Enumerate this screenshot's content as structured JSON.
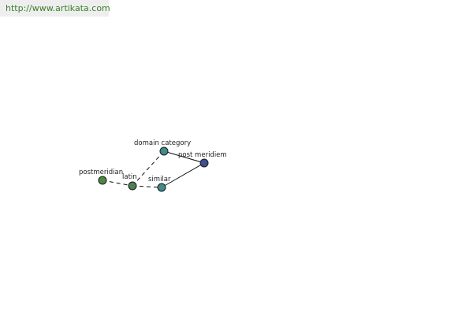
{
  "watermark": {
    "url": "http://www.artikata.com"
  },
  "graph": {
    "nodes": [
      {
        "id": "postmeridian",
        "label": "postmeridian",
        "color": "#4a8a3f"
      },
      {
        "id": "latin",
        "label": "latin",
        "color": "#4f7f56"
      },
      {
        "id": "domain-category",
        "label": "domain category",
        "color": "#3f8a8a"
      },
      {
        "id": "post-meridiem",
        "label": "post meridiem",
        "color": "#3f4f8f"
      },
      {
        "id": "similar",
        "label": "similar",
        "color": "#3f8a8a"
      }
    ],
    "edges": [
      {
        "from": "postmeridian",
        "to": "latin",
        "style": "dashed"
      },
      {
        "from": "latin",
        "to": "domain-category",
        "style": "dashed"
      },
      {
        "from": "latin",
        "to": "similar",
        "style": "dashed"
      },
      {
        "from": "domain-category",
        "to": "post-meridiem",
        "style": "solid"
      },
      {
        "from": "similar",
        "to": "post-meridiem",
        "style": "solid"
      }
    ]
  }
}
